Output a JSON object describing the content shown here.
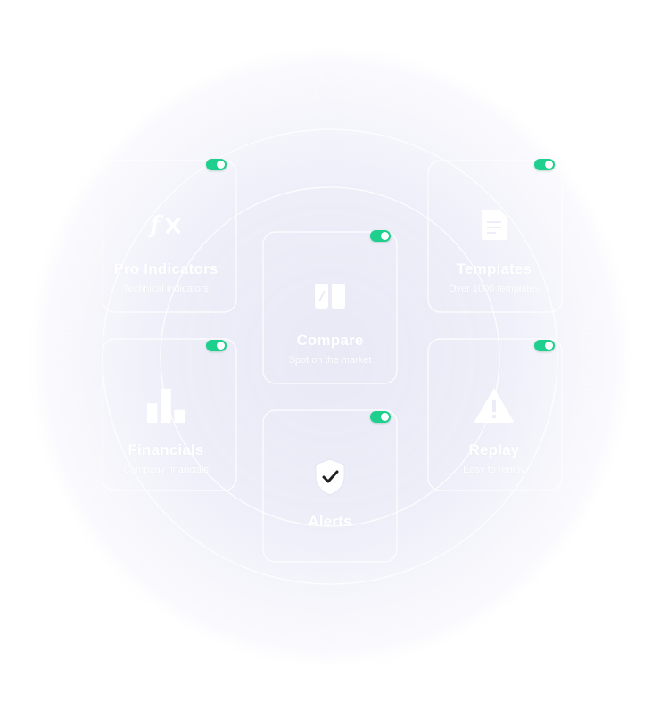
{
  "features": [
    {
      "id": "pro-indicators",
      "title": "Pro Indicators",
      "subtitle": "Technical indicators",
      "icon": "function-icon",
      "enabled": true
    },
    {
      "id": "templates",
      "title": "Templates",
      "subtitle": "Over 1000 templates",
      "icon": "document-icon",
      "enabled": true
    },
    {
      "id": "compare",
      "title": "Compare",
      "subtitle": "Spot on the market",
      "icon": "compare-icon",
      "enabled": true
    },
    {
      "id": "financials",
      "title": "Financials",
      "subtitle": "Company financials",
      "icon": "bar-chart-icon",
      "enabled": true
    },
    {
      "id": "replay",
      "title": "Replay",
      "subtitle": "Easy to replay",
      "icon": "warning-icon",
      "enabled": true
    },
    {
      "id": "alerts",
      "title": "Alerts",
      "subtitle": "",
      "icon": "shield-check-icon",
      "enabled": true
    }
  ],
  "colors": {
    "toggle_on": "#1fcf8d",
    "halo": "#e8e8f6",
    "icon_dark": "#222222"
  }
}
